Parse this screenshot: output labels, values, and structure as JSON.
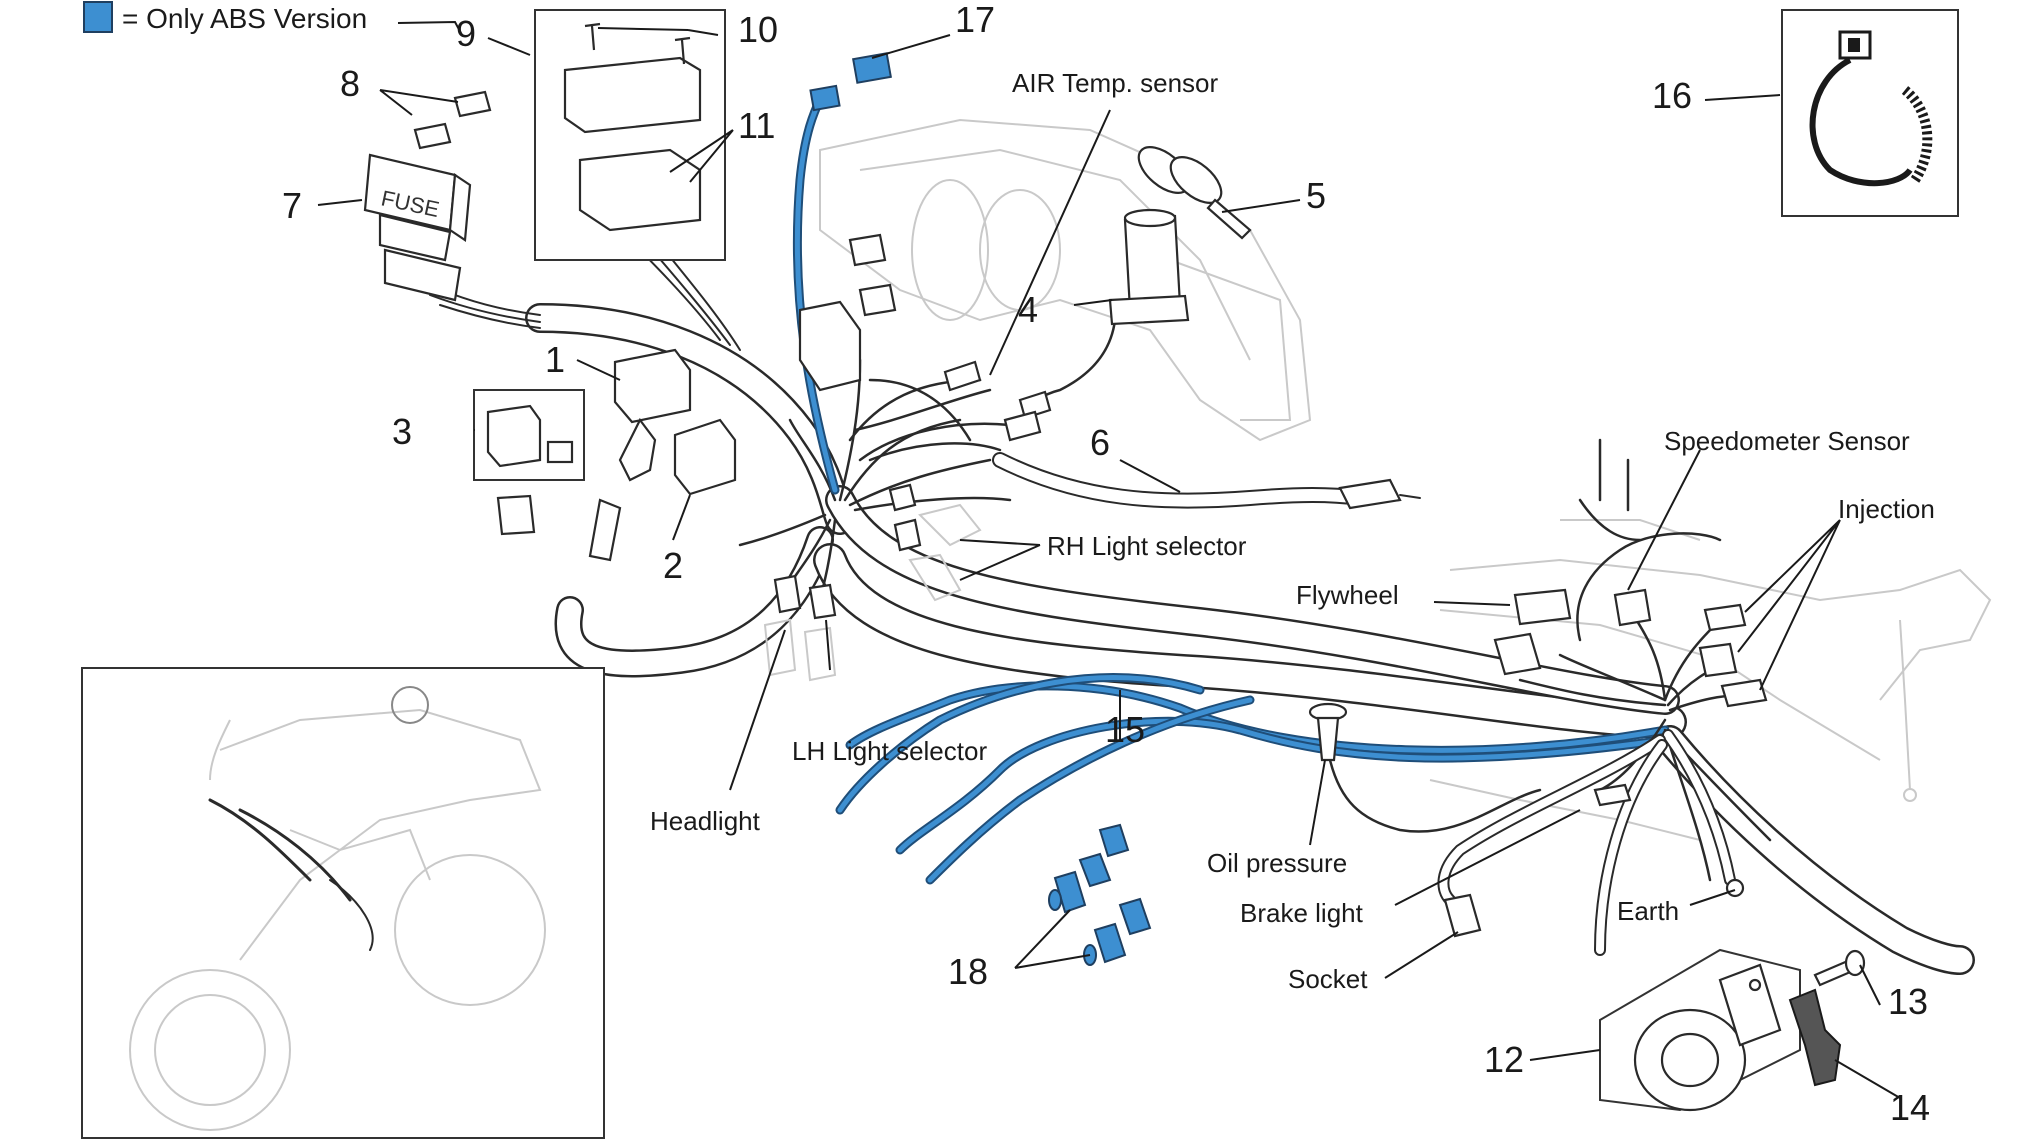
{
  "legend": {
    "text": "= Only ABS Version",
    "color": "#3d8fd1"
  },
  "part_numbers": [
    "1",
    "2",
    "3",
    "4",
    "5",
    "6",
    "7",
    "8",
    "9",
    "10",
    "11",
    "12",
    "13",
    "14",
    "15",
    "16",
    "17",
    "18"
  ],
  "labels": {
    "air_temp_sensor": "AIR Temp. sensor",
    "rh_light_selector": "RH Light selector",
    "lh_light_selector": "LH Light selector",
    "headlight": "Headlight",
    "speedometer_sensor": "Speedometer Sensor",
    "injection": "Injection",
    "flywheel": "Flywheel",
    "oil_pressure": "Oil pressure",
    "brake_light": "Brake light",
    "socket": "Socket",
    "earth": "Earth"
  },
  "colors": {
    "abs_wire": "#3d8fd1",
    "line": "#1a1a1a",
    "ghost": "#c9c9c9"
  }
}
